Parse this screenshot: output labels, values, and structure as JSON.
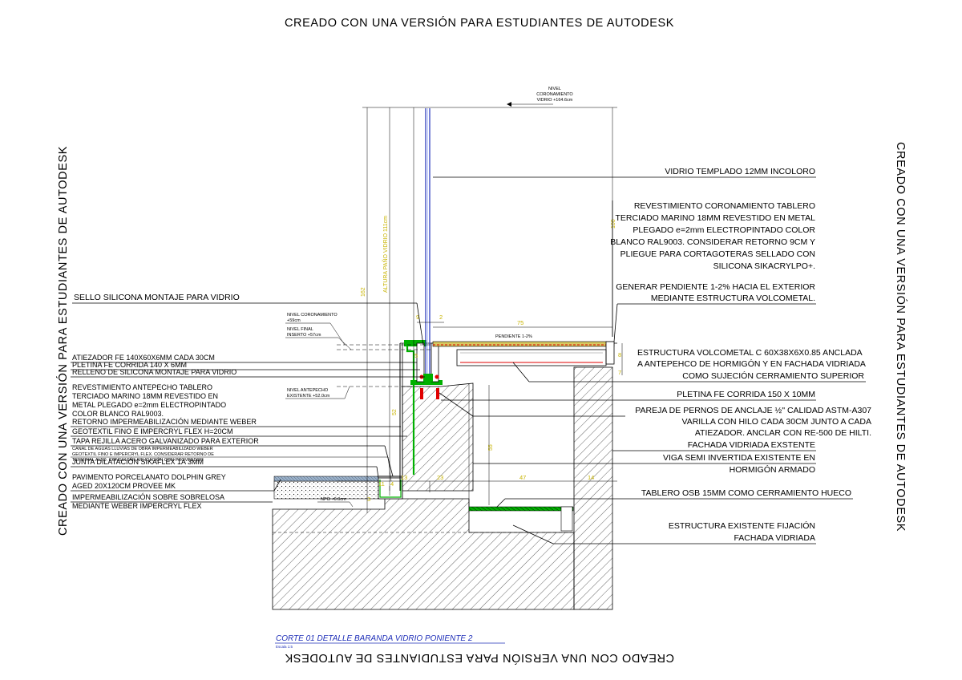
{
  "watermark": {
    "top": "CREADO CON UNA VERSIÓN PARA ESTUDIANTES DE AUTODESK",
    "left": "CREADO CON UNA VERSIÓN PARA ESTUDIANTES DE AUTODESK",
    "right": "CREADO CON UNA VERSIÓN PARA ESTUDIANTES DE AUTODESK",
    "bottom": "CREADO CON UNA VERSIÓN PARA ESTUDIANTES DE AUTODESK"
  },
  "levels": {
    "crown_top": [
      "NIVEL",
      "CORONAMIENTO",
      "VIDRIO +164.6cm"
    ],
    "crown": [
      "NIVEL CORONAMIENTO",
      "+59cm"
    ],
    "final": [
      "NIVEL FINAL",
      "INSERTO +57cm"
    ],
    "parapet": [
      "NIVEL ANTEPECHO",
      "EXISTENTE +52.0cm"
    ],
    "floor": "NPG +0.0cm"
  },
  "dimensions": {
    "total_height": "162",
    "glass_height": "ALTURA PAÑO VIDRIO 111cm",
    "glass_upper": "100",
    "d9": "9",
    "d2": "2",
    "d75": "75",
    "slope": "PENDIENTE 1-2%",
    "d5": "5",
    "d7": "7",
    "d8": "8",
    "d52": "52",
    "d11": "11",
    "d4": "4",
    "d3": "3",
    "d55": "55",
    "d23": "23",
    "d47": "47",
    "d14": "14",
    "d13": "13"
  },
  "right_labels": [
    [
      "VIDRIO TEMPLADO 12MM INCOLORO"
    ],
    [
      "REVESTIMIENTO CORONAMIENTO TABLERO",
      "TERCIADO MARINO 18MM REVESTIDO EN METAL",
      "PLEGADO e=2mm ELECTROPINTADO COLOR",
      "BLANCO RAL9003. CONSIDERAR RETORNO 9CM Y",
      "PLIEGUE PARA CORTAGOTERAS SELLADO CON",
      "SILICONA SIKACRYLPO+."
    ],
    [
      "GENERAR PENDIENTE 1-2% HACIA EL EXTERIOR",
      "MEDIANTE ESTRUCTURA VOLCOMETAL."
    ],
    [
      "ESTRUCTURA VOLCOMETAL C 60X38X6X0.85 ANCLADA",
      "A ANTEPEHCO DE HORMIGÓN Y EN FACHADA VIDRIADA",
      "COMO SUJECIÓN CERRAMIENTO SUPERIOR"
    ],
    [
      "PLETINA FE CORRIDA 150 X 10MM"
    ],
    [
      "PAREJA DE PERNOS DE ANCLAJE ½\" CALIDAD ASTM-A307",
      "VARILLA CON HILO CADA 30CM JUNTO A CADA",
      "ATIEZADOR. ANCLAR CON RE-500 DE HILTI."
    ],
    [
      "FACHADA VIDRIADA EXSTENTE"
    ],
    [
      "VIGA SEMI INVERTIDA EXISTENTE EN",
      "HORMIGÓN ARMADO"
    ],
    [
      "TABLERO OSB 15MM COMO CERRAMIENTO HUECO"
    ],
    [
      "ESTRUCTURA EXISTENTE FIJACIÓN",
      "FACHADA VIDRIADA"
    ]
  ],
  "left_labels": [
    [
      "SELLO SILICONA MONTAJE PARA VIDRIO"
    ],
    [
      "ATIEZADOR FE 140X60X6MM CADA 30CM"
    ],
    [
      "PLETINA FE CORRIDA 140 X 6MM"
    ],
    [
      "RELLENO DE SILICONA MONTAJE PARA VIDRIO"
    ],
    [
      "REVESTIMIENTO ANTEPECHO TABLERO",
      "TERCIADO MARINO 18MM REVESTIDO EN",
      "METAL PLEGADO e=2mm ELECTROPINTADO",
      "COLOR BLANCO RAL9003."
    ],
    [
      "RETORNO IMPERMEABILIZACIÓN MEDIANTE WEBER"
    ],
    [
      "GEOTEXTIL FINO E IMPERCRYL FLEX H=20CM"
    ],
    [
      "TAPA REJILLA ACERO GALVANIZADO PARA EXTERIOR"
    ],
    [
      "CANAL DE AGUAS LLUVIAS DE OBRA IMPERMEABILIZADO WEBER",
      "GEOTEXTIL FINO E IMPERCRYL FLEX. CONSIDERAR RETORNO DE",
      "TERMINAL ALTO. CONSULTAR APLICACIÓN CON PROVEEDOR"
    ],
    [
      "JUNTA DILATACIÓN SIKAFLEX 1A 3MM"
    ],
    [
      "PAVIMENTO PORCELANATO DOLPHIN GREY",
      "AGED 20X120CM PROVEE MK"
    ],
    [
      "IMPERMEABILIZACIÓN SOBRE SOBRELOSA",
      "MEDIANTE WEBER IMPERCRYL FLEX"
    ]
  ],
  "caption": {
    "title": "CORTE 01  DETALLE BARANDA VIDRIO PONIENTE 2",
    "scale": "Escala 1:5"
  },
  "colors": {
    "dimension": "#c8b400",
    "glass": "#1f2fb8",
    "steel": "#e00000",
    "waterproofing": "#00b000",
    "caption": "#1f2fb8"
  }
}
